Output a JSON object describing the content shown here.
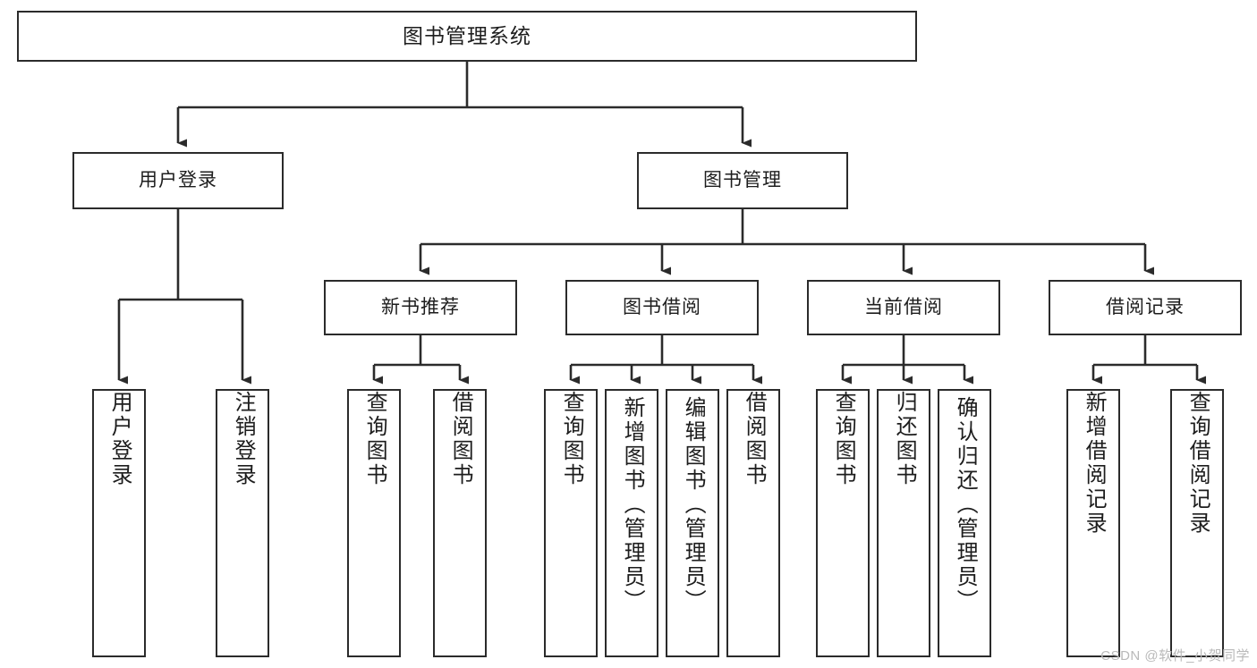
{
  "diagram": {
    "title": "图书管理系统",
    "type": "tree",
    "watermark": "CSDN @软件_小贺同学",
    "colors": {
      "stroke": "#2b2b2b",
      "fill": "#ffffff",
      "text": "#1d1d1d",
      "watermark": "#b9b9b9"
    },
    "root": {
      "label": "图书管理系统"
    },
    "level2": [
      {
        "label": "用户登录"
      },
      {
        "label": "图书管理"
      }
    ],
    "level3": [
      {
        "label": "新书推荐"
      },
      {
        "label": "图书借阅"
      },
      {
        "label": "当前借阅"
      },
      {
        "label": "借阅记录"
      }
    ],
    "leaves": {
      "user_login": [
        {
          "label": "用户登录"
        },
        {
          "label": "注销登录"
        }
      ],
      "new_book": [
        {
          "label": "查询图书"
        },
        {
          "label": "借阅图书"
        }
      ],
      "book_borrow": [
        {
          "label": "查询图书"
        },
        {
          "label": "新增图书（管理员）"
        },
        {
          "label": "编辑图书（管理员）"
        },
        {
          "label": "借阅图书"
        }
      ],
      "current_borrow": [
        {
          "label": "查询图书"
        },
        {
          "label": "归还图书"
        },
        {
          "label": "确认归还（管理员）"
        }
      ],
      "borrow_record": [
        {
          "label": "新增借阅记录"
        },
        {
          "label": "查询借阅记录"
        }
      ]
    }
  }
}
